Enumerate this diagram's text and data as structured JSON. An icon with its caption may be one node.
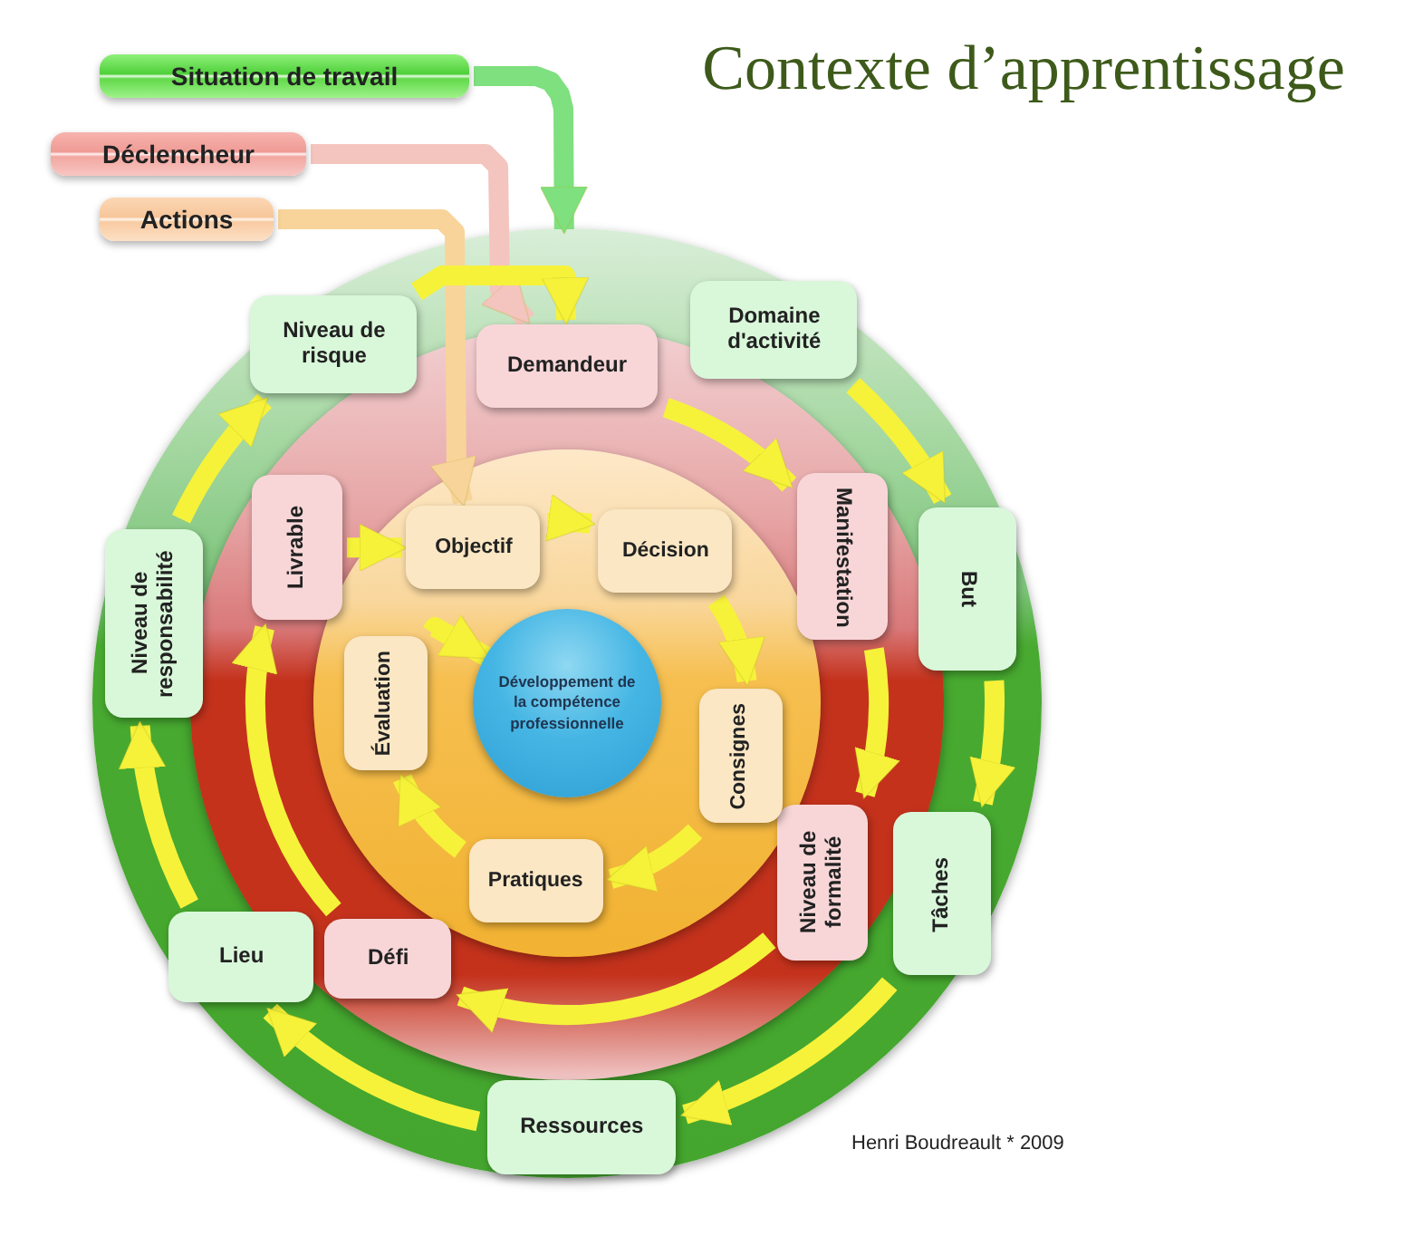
{
  "diagram": {
    "title": "Contexte d’apprentissage",
    "nodes": [
      {
        "text": [
          "Situation de travail"
        ]
      },
      {
        "text": [
          "Déclencheur"
        ]
      },
      {
        "text": [
          "Actions"
        ]
      },
      {
        "text": [],
        "shape": "circle"
      },
      {
        "text": [
          "Niveau de risque"
        ],
        "in": 3
      },
      {
        "text": [
          "Domaine d'activité"
        ],
        "in": 3
      },
      {
        "text": [
          "But"
        ],
        "in": 3
      },
      {
        "text": [
          "Tâches"
        ],
        "in": 3
      },
      {
        "text": [
          "Ressources"
        ],
        "in": 3
      },
      {
        "text": [
          "Lieu"
        ],
        "in": 3
      },
      {
        "text": [
          "Niveau de responsabilité"
        ],
        "in": 3
      },
      {
        "text": [],
        "shape": "circle",
        "in": 3
      },
      {
        "text": [
          "Demandeur"
        ],
        "in": 11
      },
      {
        "text": [
          "Manifestation"
        ],
        "in": 11
      },
      {
        "text": [
          "Niveau de formalité"
        ],
        "in": 11
      },
      {
        "text": [
          "Défi"
        ],
        "in": 11
      },
      {
        "text": [
          "Livrable"
        ],
        "in": 11
      },
      {
        "text": [],
        "shape": "circle",
        "in": 11
      },
      {
        "text": [
          "Objectif"
        ],
        "in": 17
      },
      {
        "text": [
          "Décision"
        ],
        "in": 17
      },
      {
        "text": [
          "Consignes"
        ],
        "in": 17
      },
      {
        "text": [
          "Pratiques"
        ],
        "in": 17
      },
      {
        "text": [
          "Évaluation"
        ],
        "in": 17
      },
      {
        "text": [
          "Développement de la compétence professionnelle"
        ],
        "in": 17
      }
    ],
    "edges": [
      {
        "from": 0,
        "to": 3,
        "arrow": "to",
        "color": "#7ee07e"
      },
      {
        "from": 1,
        "to": 12,
        "arrow": "to",
        "color": "#f4c4be"
      },
      {
        "from": 2,
        "to": 18,
        "arrow": "to",
        "color": "#f8d49a"
      },
      {
        "from": 5,
        "to": 6,
        "arrow": "to"
      },
      {
        "from": 6,
        "to": 7,
        "arrow": "to"
      },
      {
        "from": 7,
        "to": 8,
        "arrow": "to"
      },
      {
        "from": 8,
        "to": 9,
        "arrow": "to"
      },
      {
        "from": 9,
        "to": 10,
        "arrow": "to"
      },
      {
        "from": 10,
        "to": 4,
        "arrow": "to"
      },
      {
        "from": 4,
        "to": 12,
        "arrow": "to"
      },
      {
        "from": 12,
        "to": 13,
        "arrow": "to"
      },
      {
        "from": 13,
        "to": 14,
        "arrow": "to"
      },
      {
        "from": 14,
        "to": 15,
        "arrow": "to"
      },
      {
        "from": 15,
        "to": 16,
        "arrow": "to"
      },
      {
        "from": 16,
        "to": 18,
        "arrow": "to"
      },
      {
        "from": 18,
        "to": 19,
        "arrow": "to"
      },
      {
        "from": 19,
        "to": 20,
        "arrow": "to"
      },
      {
        "from": 20,
        "to": 21,
        "arrow": "to"
      },
      {
        "from": 21,
        "to": 22,
        "arrow": "to"
      },
      {
        "from": 22,
        "to": 23,
        "arrow": "to"
      }
    ],
    "labels": [
      "Henri Boudreault * 2009"
    ]
  }
}
